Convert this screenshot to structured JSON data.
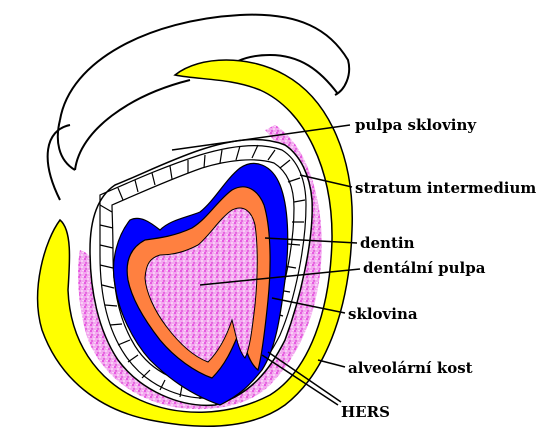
{
  "labels": {
    "enamel_pulp": "pulpa skloviny",
    "stratum_intermedium": "stratum intermedium",
    "dentin": "dentin",
    "dental_pulp": "dentální pulpa",
    "enamel": "sklovina",
    "alveolar_bone": "alveolární kost",
    "hers": "HERS"
  },
  "colors": {
    "background": "#ffffff",
    "alveolar_bone": "#ffff00",
    "enamel": "#0000ff",
    "dentin": "#ff8040",
    "dental_pulp": "#ff00ff",
    "outline": "#000000"
  }
}
